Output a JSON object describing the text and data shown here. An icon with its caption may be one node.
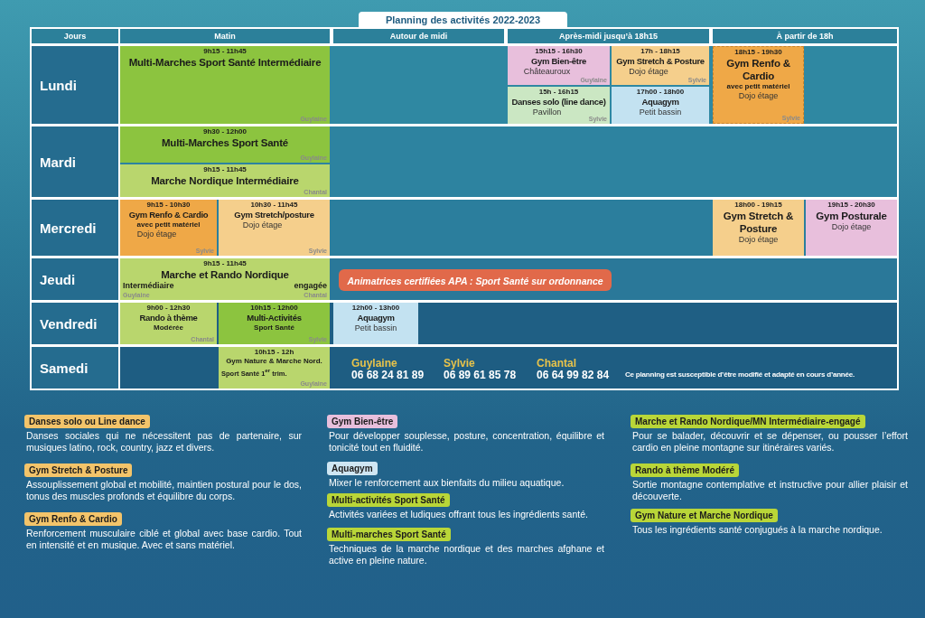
{
  "diagram": {
    "title": "Planning des activités 2022-2023",
    "nodes": [
      {
        "text": [
          "Jours"
        ]
      },
      {
        "text": [
          "Matin"
        ]
      },
      {
        "text": [
          "Autour de midi"
        ]
      },
      {
        "text": [
          "Après-midi jusqu’à 18h15"
        ]
      },
      {
        "text": [
          "À partir de 18h"
        ]
      },
      {
        "text": [
          "Lundi"
        ]
      },
      {
        "text": [
          "Mardi"
        ]
      },
      {
        "text": [
          "Mercredi"
        ]
      },
      {
        "text": [
          "Jeudi"
        ]
      },
      {
        "text": [
          "Vendredi"
        ]
      },
      {
        "text": [
          "Samedi"
        ]
      },
      {
        "text": [
          "9h15 - 11h45",
          "Multi-Marches Sport Santé Intermédiaire",
          "Guylaine"
        ]
      },
      {
        "text": [
          "15h15 - 16h30",
          "Gym Bien-être",
          "Châteauroux",
          "Guylaine"
        ]
      },
      {
        "text": [
          "15h - 16h15",
          "Danses solo (line dance)",
          "Pavillon",
          "Sylvie"
        ]
      },
      {
        "text": [
          "17h - 18h15",
          "Gym Stretch & Posture",
          "Dojo étage",
          "Sylvie"
        ]
      },
      {
        "text": [
          "17h00 - 18h00",
          "Aquagym",
          "Petit bassin"
        ]
      },
      {
        "text": [
          "18h15 - 19h30",
          "Gym Renfo & Cardio",
          "avec petit matériel",
          "Dojo étage",
          "Sylvie"
        ]
      },
      {
        "text": [
          "9h30 - 12h00",
          "Multi-Marches Sport Santé",
          "Guylaine"
        ]
      },
      {
        "text": [
          "9h15 - 11h45",
          "Marche Nordique Intermédiaire",
          "Chantal"
        ]
      },
      {
        "text": [
          "9h15 - 10h30",
          "Gym Renfo & Cardio",
          "avec petit matériel",
          "Dojo étage",
          "Sylvie"
        ]
      },
      {
        "text": [
          "10h30 - 11h45",
          "Gym Stretch/posture",
          "Dojo étage",
          "Sylvie"
        ]
      },
      {
        "text": [
          "18h00 - 19h15",
          "Gym Stretch & Posture",
          "Dojo étage"
        ]
      },
      {
        "text": [
          "19h15 - 20h30",
          "Gym Posturale",
          "Dojo étage"
        ]
      },
      {
        "text": [
          "9h15 - 11h45",
          "Marche et Rando Nordique",
          "Intermédiaire",
          "engagée",
          "Guylaine",
          "Chantal"
        ]
      },
      {
        "text": [
          "Animatrices certifiées APA : Sport Santé sur ordonnance"
        ]
      },
      {
        "text": [
          "9h00 - 12h30",
          "Rando à thème",
          "Modérée",
          "Chantal"
        ]
      },
      {
        "text": [
          "10h15 - 12h00",
          "Multi-Activités",
          "Sport Santé",
          "Sylvie"
        ]
      },
      {
        "text": [
          "12h00 - 13h00",
          "Aquagym",
          "Petit bassin"
        ]
      },
      {
        "text": [
          "10h15 - 12h",
          "Gym Nature & Marche Nord.",
          "Sport Santé 1$^{er}$ trim.",
          "Guylaine"
        ]
      },
      {
        "text": [
          "Danses solo ou Line dance"
        ],
        "beside": [
          "Danses sociales qui ne nécessitent pas de partenaire, sur musiques latino, rock, country, jazz et divers."
        ]
      },
      {
        "text": [
          "Gym Stretch & Posture"
        ],
        "beside": [
          "Assouplissement global et mobilité, maintien postural pour le dos, tonus des muscles profonds et équilibre du corps."
        ]
      },
      {
        "text": [
          "Gym Renfo & Cardio"
        ],
        "beside": [
          "Renforcement musculaire ciblé et global avec base cardio. Tout en intensité et en musique. Avec et sans matériel."
        ]
      },
      {
        "text": [
          "Gym Bien-être"
        ],
        "beside": [
          "Pour développer souplesse, posture, concentration, équilibre et tonicité tout en fluidité."
        ]
      },
      {
        "text": [
          "Aquagym"
        ],
        "beside": [
          "Mixer le renforcement aux bienfaits du milieu aquatique."
        ]
      },
      {
        "text": [
          "Multi-activités Sport Santé"
        ],
        "beside": [
          "Activités variées et ludiques offrant tous les ingrédients santé."
        ]
      },
      {
        "text": [
          "Multi-marches Sport Santé"
        ],
        "beside": [
          "Techniques de la marche nordique et des marches afghane et active en pleine nature."
        ]
      },
      {
        "text": [
          "Marche et Rando Nordique/MN Intermédiaire-engagé"
        ],
        "beside": [
          "Pour se balader, découvrir et se dépenser, ou pousser l’effort cardio en pleine montagne sur itinéraires variés."
        ]
      },
      {
        "text": [
          "Rando à thème Modéré"
        ],
        "beside": [
          "Sortie montagne contemplative et instructive pour allier plaisir et découverte."
        ]
      },
      {
        "text": [
          "Gym Nature et Marche Nordique"
        ],
        "beside": [
          "Tous les ingrédients santé conjugués à la marche nordique."
        ]
      }
    ],
    "labels": [
      "Guylaine",
      "06 68 24 81 89",
      "Sylvie",
      "06 89 61 85 78",
      "Chantal",
      "06 64 99 82 84",
      "Ce planning est susceptible d’être modifié et adapté en cours d’année."
    ]
  }
}
